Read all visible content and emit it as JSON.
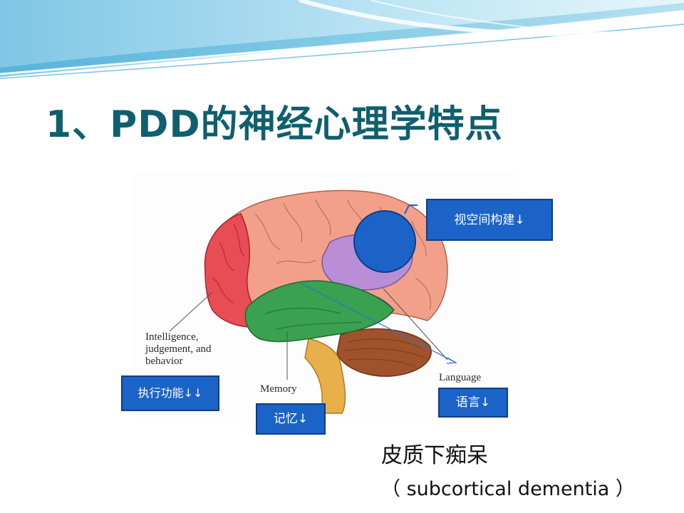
{
  "slide": {
    "title": "1、PDD的神经心理学特点",
    "figure_labels": {
      "intelligence": "Intelligence, judgement, and behavior",
      "memory": "Memory",
      "language": "Language"
    },
    "callouts": {
      "visuospatial": "视空间构建↓",
      "executive": "执行功能↓↓",
      "memory": "记忆↓",
      "language": "语言↓"
    },
    "subtitle_cn": "皮质下痴呆",
    "subtitle_en": "（ subcortical  dementia ）"
  },
  "colors": {
    "title": "#0f5f6e",
    "callout_fill": "#1b63c6",
    "callout_border": "#0d3e86",
    "swoosh": "#9fd4ec",
    "frontal_lobe": "#e84c55",
    "cortex": "#f2a08a",
    "temporal_lobe": "#3aa150",
    "language_area": "#b98ed6",
    "cerebellum": "#a0522d",
    "brainstem": "#e8b04a",
    "marker_circle": "#1b63c6"
  }
}
